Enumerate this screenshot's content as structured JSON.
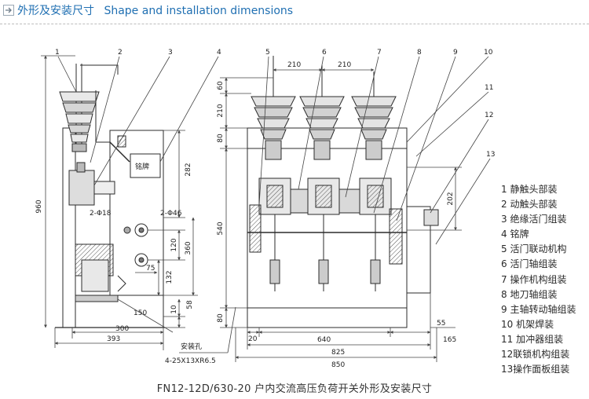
{
  "header": {
    "title_cn": "外形及安装尺寸",
    "title_en": "Shape and installation dimensions"
  },
  "side_view": {
    "callouts": [
      "1",
      "2",
      "3",
      "4"
    ],
    "nameplate": "铭牌",
    "hole_labels": [
      "2-Φ18",
      "2-Φ46"
    ],
    "dims": {
      "height_total": "960",
      "d282": "282",
      "d360": "360",
      "d120": "120",
      "d132": "132",
      "d75": "75",
      "d58": "58",
      "d10": "10",
      "d150": "150",
      "d300": "300",
      "d393": "393"
    },
    "mount_hole_label": "安装孔",
    "mount_hole_spec": "4-25X13XR6.5"
  },
  "front_view": {
    "callouts": [
      "5",
      "6",
      "7",
      "8",
      "9",
      "10",
      "11",
      "12",
      "13"
    ],
    "dims": {
      "pitch_a": "210",
      "pitch_b": "210",
      "d60": "60",
      "d210v": "210",
      "d80_top": "80",
      "d540": "540",
      "d80_bot": "80",
      "d202": "202",
      "d55": "55",
      "d20": "20",
      "d640": "640",
      "d165": "165",
      "d825": "825",
      "d850": "850"
    }
  },
  "legend": [
    "1 静触头部装",
    "2 动触头部装",
    "3 绝缘活门组装",
    "4 铭牌",
    "5 活门联动机构",
    "6 活门轴组装",
    "7 操作机构组装",
    "8 地刀轴组装",
    "9 主轴转动轴组装",
    "10 机架焊装",
    "11 加冲器组装",
    "12联锁机构组装",
    "13操作面板组装"
  ],
  "caption": "FN12-12D/630-20  户内交流高压负荷开关外形及安装尺寸",
  "colors": {
    "header": "#1f6fb2",
    "line": "#2b2b2b",
    "dim": "#444444"
  }
}
